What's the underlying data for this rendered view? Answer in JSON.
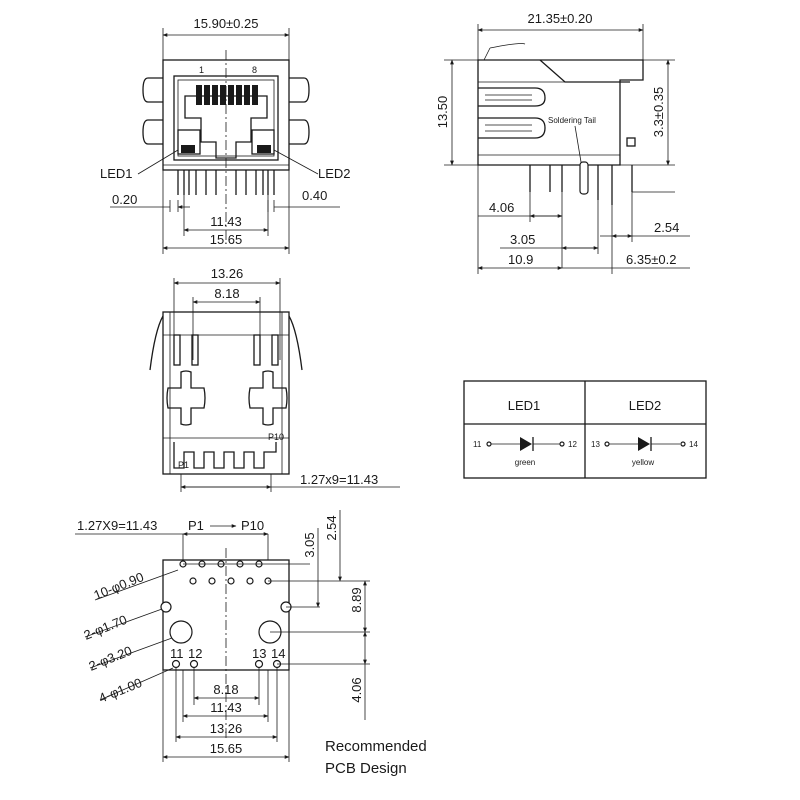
{
  "front_view": {
    "top_width": "15.90±0.25",
    "pin1": "1",
    "pin8": "8",
    "led1_label": "LED1",
    "led2_label": "LED2",
    "dim_020": "0.20",
    "dim_040": "0.40",
    "dim_1143": "11.43",
    "dim_1565": "15.65"
  },
  "side_view": {
    "top_width": "21.35±0.20",
    "height": "13.50",
    "right_dim": "3.3±0.35",
    "soldering_tail": "Soldering Tail",
    "dim_406": "4.06",
    "dim_254": "2.54",
    "dim_305": "3.05",
    "dim_109": "10.9",
    "dim_635": "6.35±0.2"
  },
  "bottom_view": {
    "dim_1326": "13.26",
    "dim_818": "8.18",
    "p1": "P1",
    "p10": "P10",
    "pitch": "1.27x9=11.43"
  },
  "led_table": {
    "headers": [
      "LED1",
      "LED2"
    ],
    "led1": {
      "pin_a": "11",
      "pin_b": "12",
      "color": "green"
    },
    "led2": {
      "pin_a": "13",
      "pin_b": "14",
      "color": "yellow"
    }
  },
  "pcb": {
    "pitch": "1.27X9=11.43",
    "p1": "P1",
    "p10": "P10",
    "hole_090": "10-φ0.90",
    "hole_170": "2-φ1.70",
    "hole_320": "2-φ3.20",
    "hole_100": "4-φ1.00",
    "dim_305": "3.05",
    "dim_254": "2.54",
    "dim_889": "8.89",
    "dim_406": "4.06",
    "pin11": "11",
    "pin12": "12",
    "pin13": "13",
    "pin14": "14",
    "dim_818": "8.18",
    "dim_1143": "11.43",
    "dim_1326": "13.26",
    "dim_1565": "15.65",
    "caption_line1": "Recommended",
    "caption_line2": "PCB Design"
  }
}
